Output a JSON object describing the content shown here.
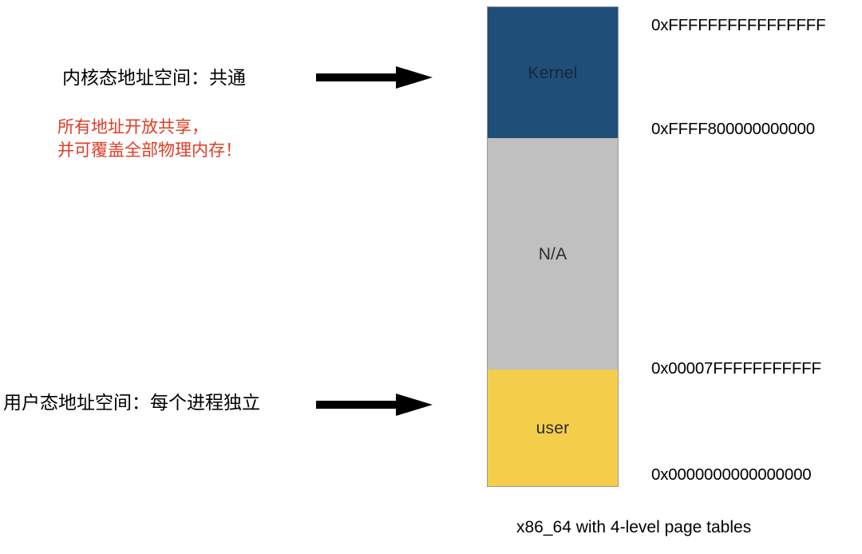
{
  "diagram": {
    "caption": "x86_64 with 4-level page tables",
    "memory_bar": {
      "segments": [
        {
          "id": "kernel",
          "label": "Kernel",
          "color": "#1F4E79"
        },
        {
          "id": "na",
          "label": "N/A",
          "color": "#C0C0C0"
        },
        {
          "id": "user",
          "label": "user",
          "color": "#F4CE4B"
        }
      ]
    },
    "addresses": [
      {
        "id": "top",
        "value": "0xFFFFFFFFFFFFFFFF"
      },
      {
        "id": "kernel_base",
        "value": "0xFFFF800000000000"
      },
      {
        "id": "user_top",
        "value": "0x00007FFFFFFFFFFF"
      },
      {
        "id": "zero",
        "value": "0x0000000000000000"
      }
    ],
    "annotations": {
      "kernel_space": "内核态地址空间：共通",
      "kernel_space_note_line1": "所有地址开放共享，",
      "kernel_space_note_line2": "并可覆盖全部物理内存！",
      "user_space": "用户态地址空间：每个进程独立",
      "note_color": "#E03C26"
    },
    "arrows": [
      {
        "id": "kernel-arrow",
        "direction": "right"
      },
      {
        "id": "user-arrow",
        "direction": "right"
      }
    ]
  }
}
